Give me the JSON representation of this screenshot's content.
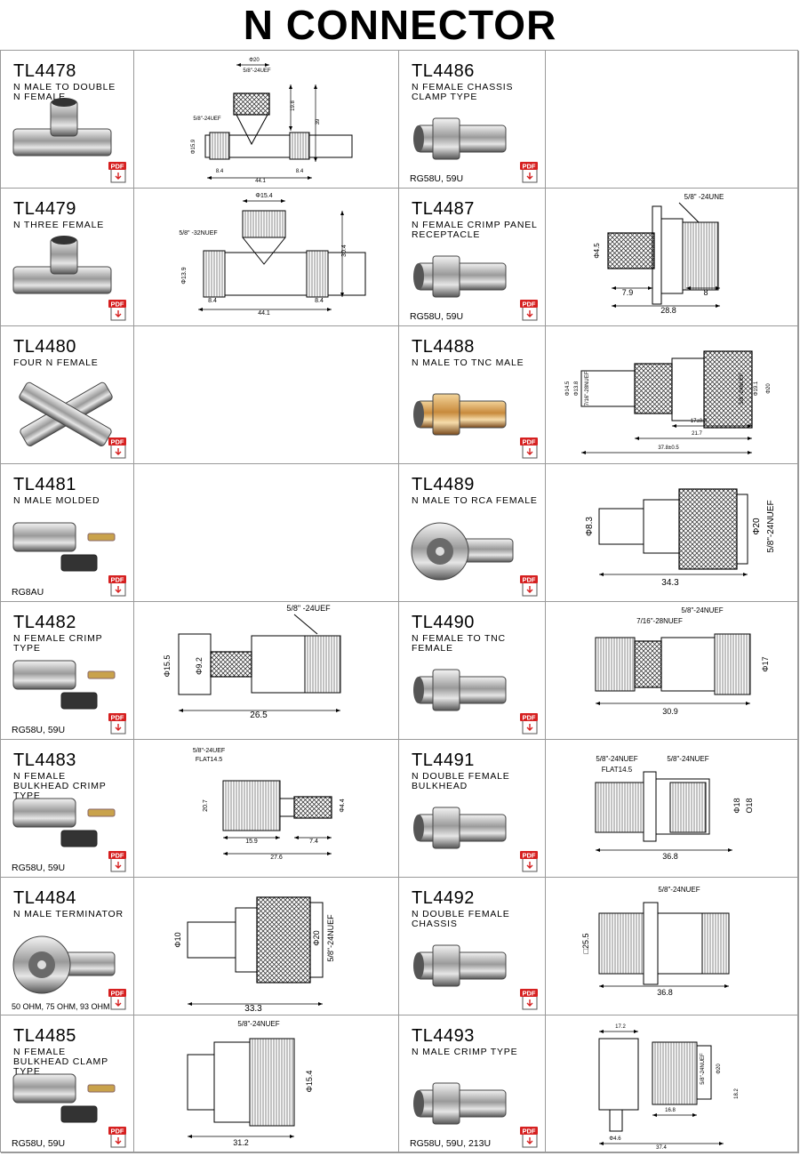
{
  "page": {
    "title": "N CONNECTOR"
  },
  "icons": {
    "pdf": "pdf-download-icon"
  },
  "pdf_label": "PDF",
  "products": [
    {
      "code": "TL4478",
      "desc": "N MALE TO DOUBLE N FEMALE",
      "cable": "",
      "dims": [
        "Φ20",
        "5/8\"-24UEF",
        "5/8\"-24UEF",
        "Φ15.9",
        "8.4",
        "44.1",
        "8.4",
        "19.8",
        "39"
      ]
    },
    {
      "code": "TL4486",
      "desc": "N FEMALE CHASSIS CLAMP TYPE",
      "cable": "RG58U, 59U",
      "dims": []
    },
    {
      "code": "TL4479",
      "desc": "N THREE FEMALE",
      "cable": "",
      "dims": [
        "Φ15.4",
        "5/8\" -32NUEF",
        "Φ13.9",
        "8.4",
        "44.1",
        "8.4",
        "30.4"
      ]
    },
    {
      "code": "TL4487",
      "desc": "N FEMALE CRIMP PANEL RECEPTACLE",
      "cable": "RG58U, 59U",
      "dims": [
        "5/8\" -24UNE",
        "Φ4.5",
        "7.9",
        "8",
        "28.8"
      ]
    },
    {
      "code": "TL4480",
      "desc": "FOUR N FEMALE",
      "cable": "",
      "dims": []
    },
    {
      "code": "TL4488",
      "desc": "N MALE TO TNC MALE",
      "cable": "",
      "dims": [
        "Φ14.5",
        "Φ13.8",
        "7/16\"-28NUEF",
        "5/8\"-24NUEF",
        "Φ19.1",
        "Φ20",
        "17±0.3",
        "21.7",
        "37.8±0.5"
      ]
    },
    {
      "code": "TL4481",
      "desc": "N MALE MOLDED",
      "cable": "RG8AU",
      "dims": []
    },
    {
      "code": "TL4489",
      "desc": "N MALE TO RCA FEMALE",
      "cable": "",
      "dims": [
        "Φ8.3",
        "Φ20",
        "5/8\"-24NUEF",
        "34.3"
      ]
    },
    {
      "code": "TL4482",
      "desc": "N FEMALE CRIMP TYPE",
      "cable": "RG58U, 59U",
      "dims": [
        "5/8\" -24UEF",
        "Φ15.5",
        "Φ9.2",
        "26.5"
      ]
    },
    {
      "code": "TL4490",
      "desc": "N FEMALE TO TNC FEMALE",
      "cable": "",
      "dims": [
        "5/8\"-24NUEF",
        "7/16\"-28NUEF",
        "Φ17",
        "30.9"
      ]
    },
    {
      "code": "TL4483",
      "desc": "N FEMALE BULKHEAD CRIMP TYPE",
      "cable": "RG58U, 59U",
      "dims": [
        "5/8\"-24UEF",
        "FLAT14.5",
        "20.7",
        "Φ4.4",
        "15.9",
        "7.4",
        "27.6"
      ]
    },
    {
      "code": "TL4491",
      "desc": "N DOUBLE FEMALE BULKHEAD",
      "cable": "",
      "dims": [
        "5/8\"-24NUEF",
        "5/8\"-24NUEF",
        "FLAT14.5",
        "Φ18",
        "O18",
        "36.8"
      ]
    },
    {
      "code": "TL4484",
      "desc": "N MALE TERMINATOR",
      "cable": "50 OHM, 75 OHM, 93 OHM",
      "dims": [
        "Φ10",
        "Φ20",
        "5/8\"-24NUEF",
        "33.3"
      ]
    },
    {
      "code": "TL4492",
      "desc": "N DOUBLE FEMALE CHASSIS",
      "cable": "",
      "dims": [
        "5/8\"-24NUEF",
        "□25.5",
        "36.8"
      ]
    },
    {
      "code": "TL4485",
      "desc": "N FEMALE BULKHEAD CLAMP TYPE",
      "cable": "RG58U, 59U",
      "dims": [
        "5/8\"-24NUEF",
        "Φ15.4",
        "31.2"
      ]
    },
    {
      "code": "TL4493",
      "desc": "N MALE CRIMP TYPE",
      "cable": "RG58U, 59U, 213U",
      "dims": [
        "17.2",
        "5/8\"-24NUEF",
        "Φ20",
        "18.2",
        "16.8",
        "Φ4.6",
        "37.4"
      ]
    }
  ]
}
